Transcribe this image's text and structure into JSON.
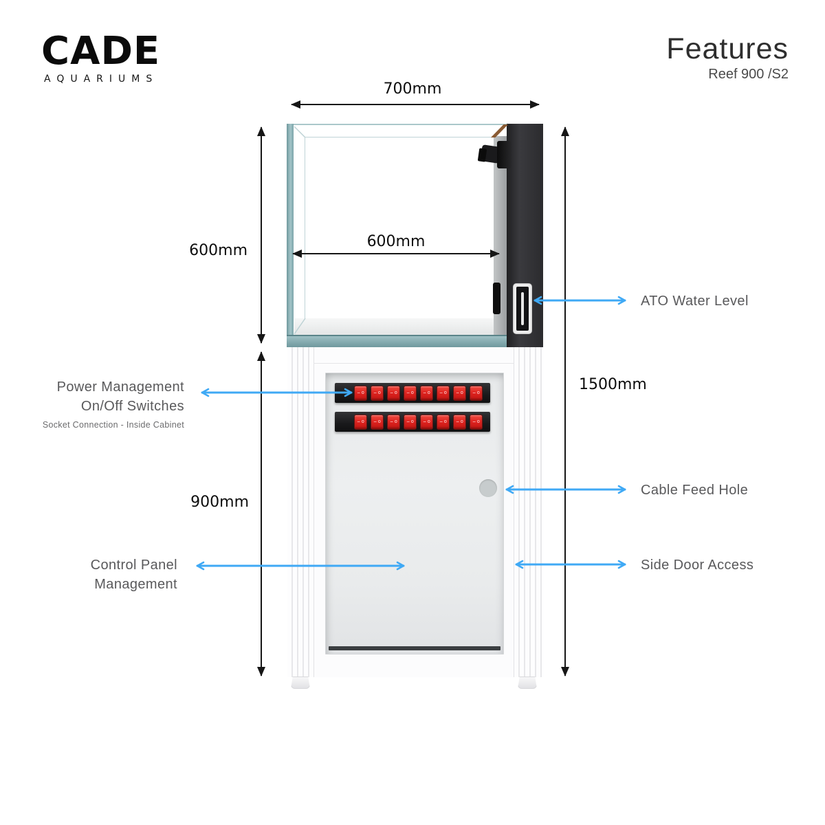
{
  "header": {
    "logo": {
      "brand": "CADE",
      "sub": "AQUARIUMS"
    },
    "title": "Features",
    "subtitle": "Reef 900 /S2"
  },
  "dimensions": {
    "tank_width": "700mm",
    "tank_height": "600mm",
    "inner_width": "600mm",
    "total_height": "1500mm",
    "cabinet_height": "900mm"
  },
  "labels": {
    "ato": "ATO Water Level",
    "power_line1": "Power Management",
    "power_line2": "On/Off Switches",
    "power_sub": "Socket Connection - Inside Cabinet",
    "cable": "Cable Feed Hole",
    "control_line1": "Control Panel",
    "control_line2": "Management",
    "side_door": "Side Door Access"
  },
  "diagram": {
    "switch_rows": 2,
    "switches_per_row": 8,
    "switch_mark_dash": "−",
    "switch_mark_circle": "o"
  },
  "colors": {
    "accent_blue": "#3FA9F5",
    "dimension_black": "#161616",
    "label_gray": "#59595b",
    "switch_red": "#E02420",
    "glass_teal": "#7FA9AE",
    "overflow_dark": "#2B2B2E",
    "wood_brown": "#8A5A32"
  }
}
